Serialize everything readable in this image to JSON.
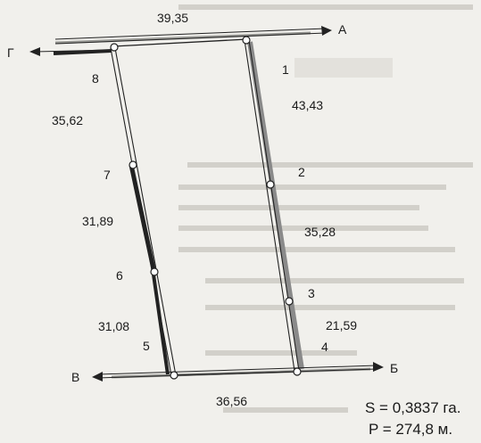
{
  "colors": {
    "background": "#f1f0ec",
    "boundary": "#222222",
    "hatch": "#8a8a8a",
    "text": "#1a1a1a"
  },
  "points": {
    "p1": "1",
    "p2": "2",
    "p3": "3",
    "p4": "4",
    "p5": "5",
    "p6": "6",
    "p7": "7",
    "p8": "8"
  },
  "directions": {
    "a": "А",
    "b": "Б",
    "v": "В",
    "g": "Г"
  },
  "lengths": {
    "top": "39,35",
    "bottom": "36,56",
    "right_1": "43,43",
    "right_2": "35,28",
    "right_3": "21,59",
    "left_8": "35,62",
    "left_7": "31,89",
    "left_6": "31,08"
  },
  "summary": {
    "area": "S = 0,3837 га.",
    "perimeter": "P = 274,8 м."
  }
}
